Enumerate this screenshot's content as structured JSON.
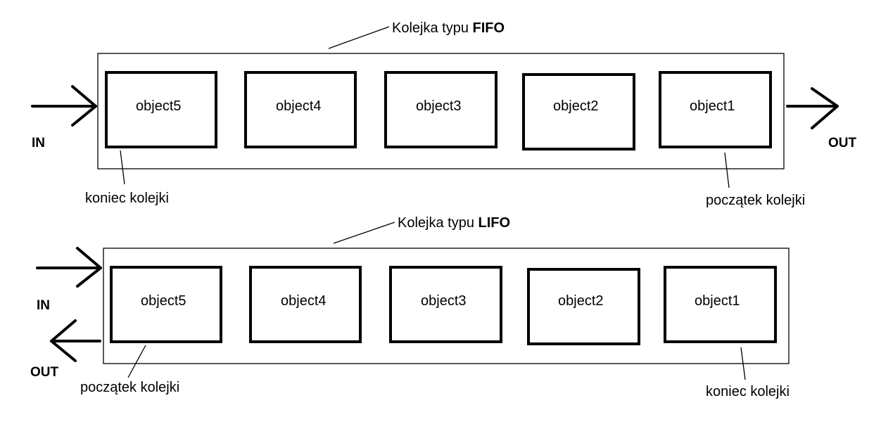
{
  "fifo": {
    "title_prefix": "Kolejka typu ",
    "title_bold": "FIFO",
    "objects": [
      "object5",
      "object4",
      "object3",
      "object2",
      "object1"
    ],
    "in_label": "IN",
    "out_label": "OUT",
    "left_note": "koniec kolejki",
    "right_note": "początek kolejki"
  },
  "lifo": {
    "title_prefix": "Kolejka typu ",
    "title_bold": "LIFO",
    "objects": [
      "object5",
      "object4",
      "object3",
      "object2",
      "object1"
    ],
    "in_label": "IN",
    "out_label": "OUT",
    "left_note": "początek kolejki",
    "right_note": "koniec kolejki"
  }
}
